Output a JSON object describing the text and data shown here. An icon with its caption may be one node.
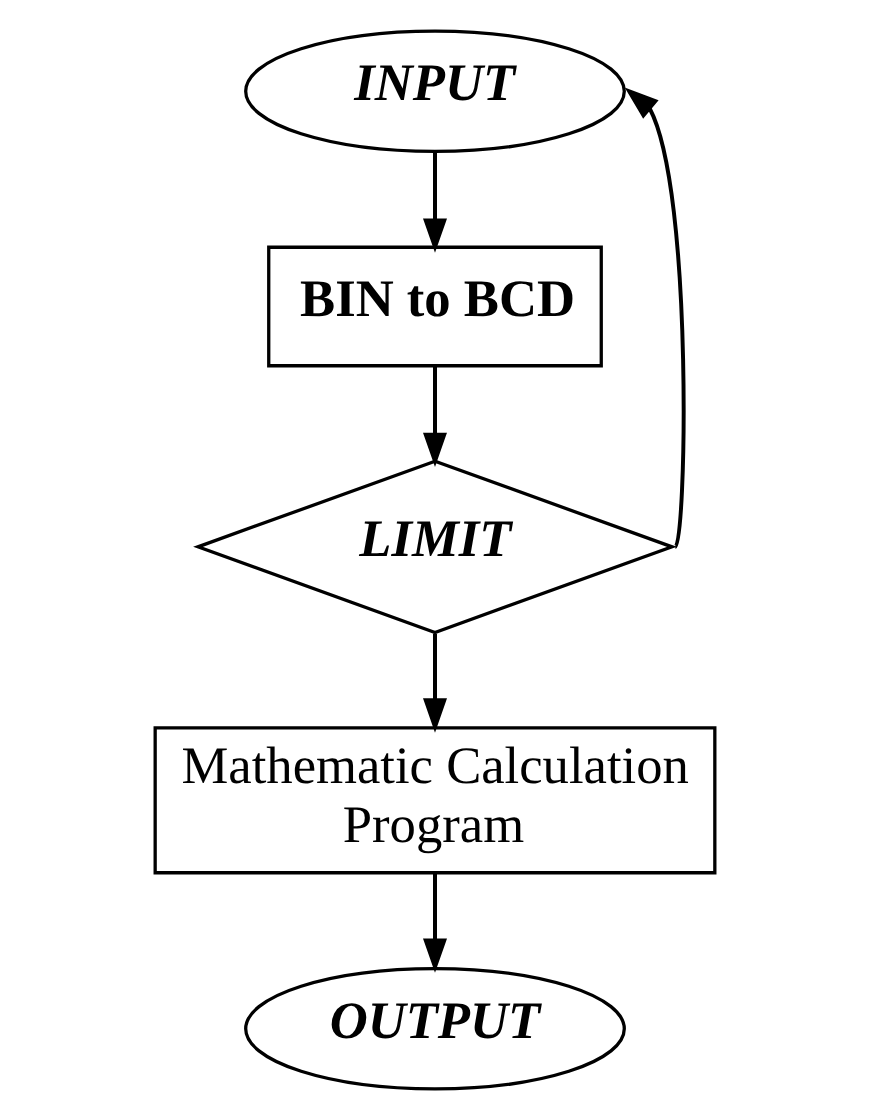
{
  "diagram": {
    "nodes": [
      {
        "text": [
          "INPUT"
        ]
      },
      {
        "text": [
          "BIN to BCD"
        ]
      },
      {
        "text": [
          "LIMIT"
        ]
      },
      {
        "text": [
          "Mathematic Calculation Program"
        ]
      },
      {
        "text": [
          "OUTPUT"
        ]
      }
    ],
    "edges": [
      {
        "from": 0,
        "to": 1,
        "arrow": "to"
      },
      {
        "from": 1,
        "to": 2,
        "arrow": "to"
      },
      {
        "from": 2,
        "to": 3,
        "arrow": "to"
      },
      {
        "from": 3,
        "to": 4,
        "arrow": "to"
      },
      {
        "from": 2,
        "to": 0,
        "arrow": "to"
      }
    ]
  }
}
